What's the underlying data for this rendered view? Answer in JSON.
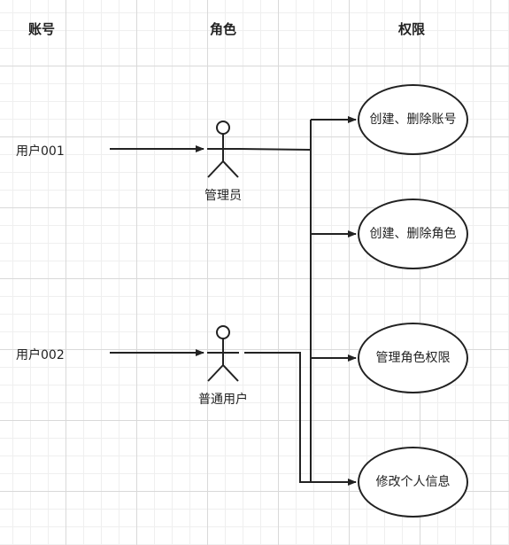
{
  "headers": {
    "account": "账号",
    "role": "角色",
    "permission": "权限"
  },
  "accounts": [
    {
      "label": "用户001"
    },
    {
      "label": "用户002"
    }
  ],
  "roles": [
    {
      "label": "管理员"
    },
    {
      "label": "普通用户"
    }
  ],
  "permissions": [
    {
      "label": "创建、删除账号"
    },
    {
      "label": "创建、删除角色"
    },
    {
      "label": "管理角色权限"
    },
    {
      "label": "修改个人信息"
    }
  ],
  "colors": {
    "line": "#222222",
    "grid_major": "#d9d9d9",
    "grid_minor": "#efefef",
    "background": "#ffffff"
  }
}
